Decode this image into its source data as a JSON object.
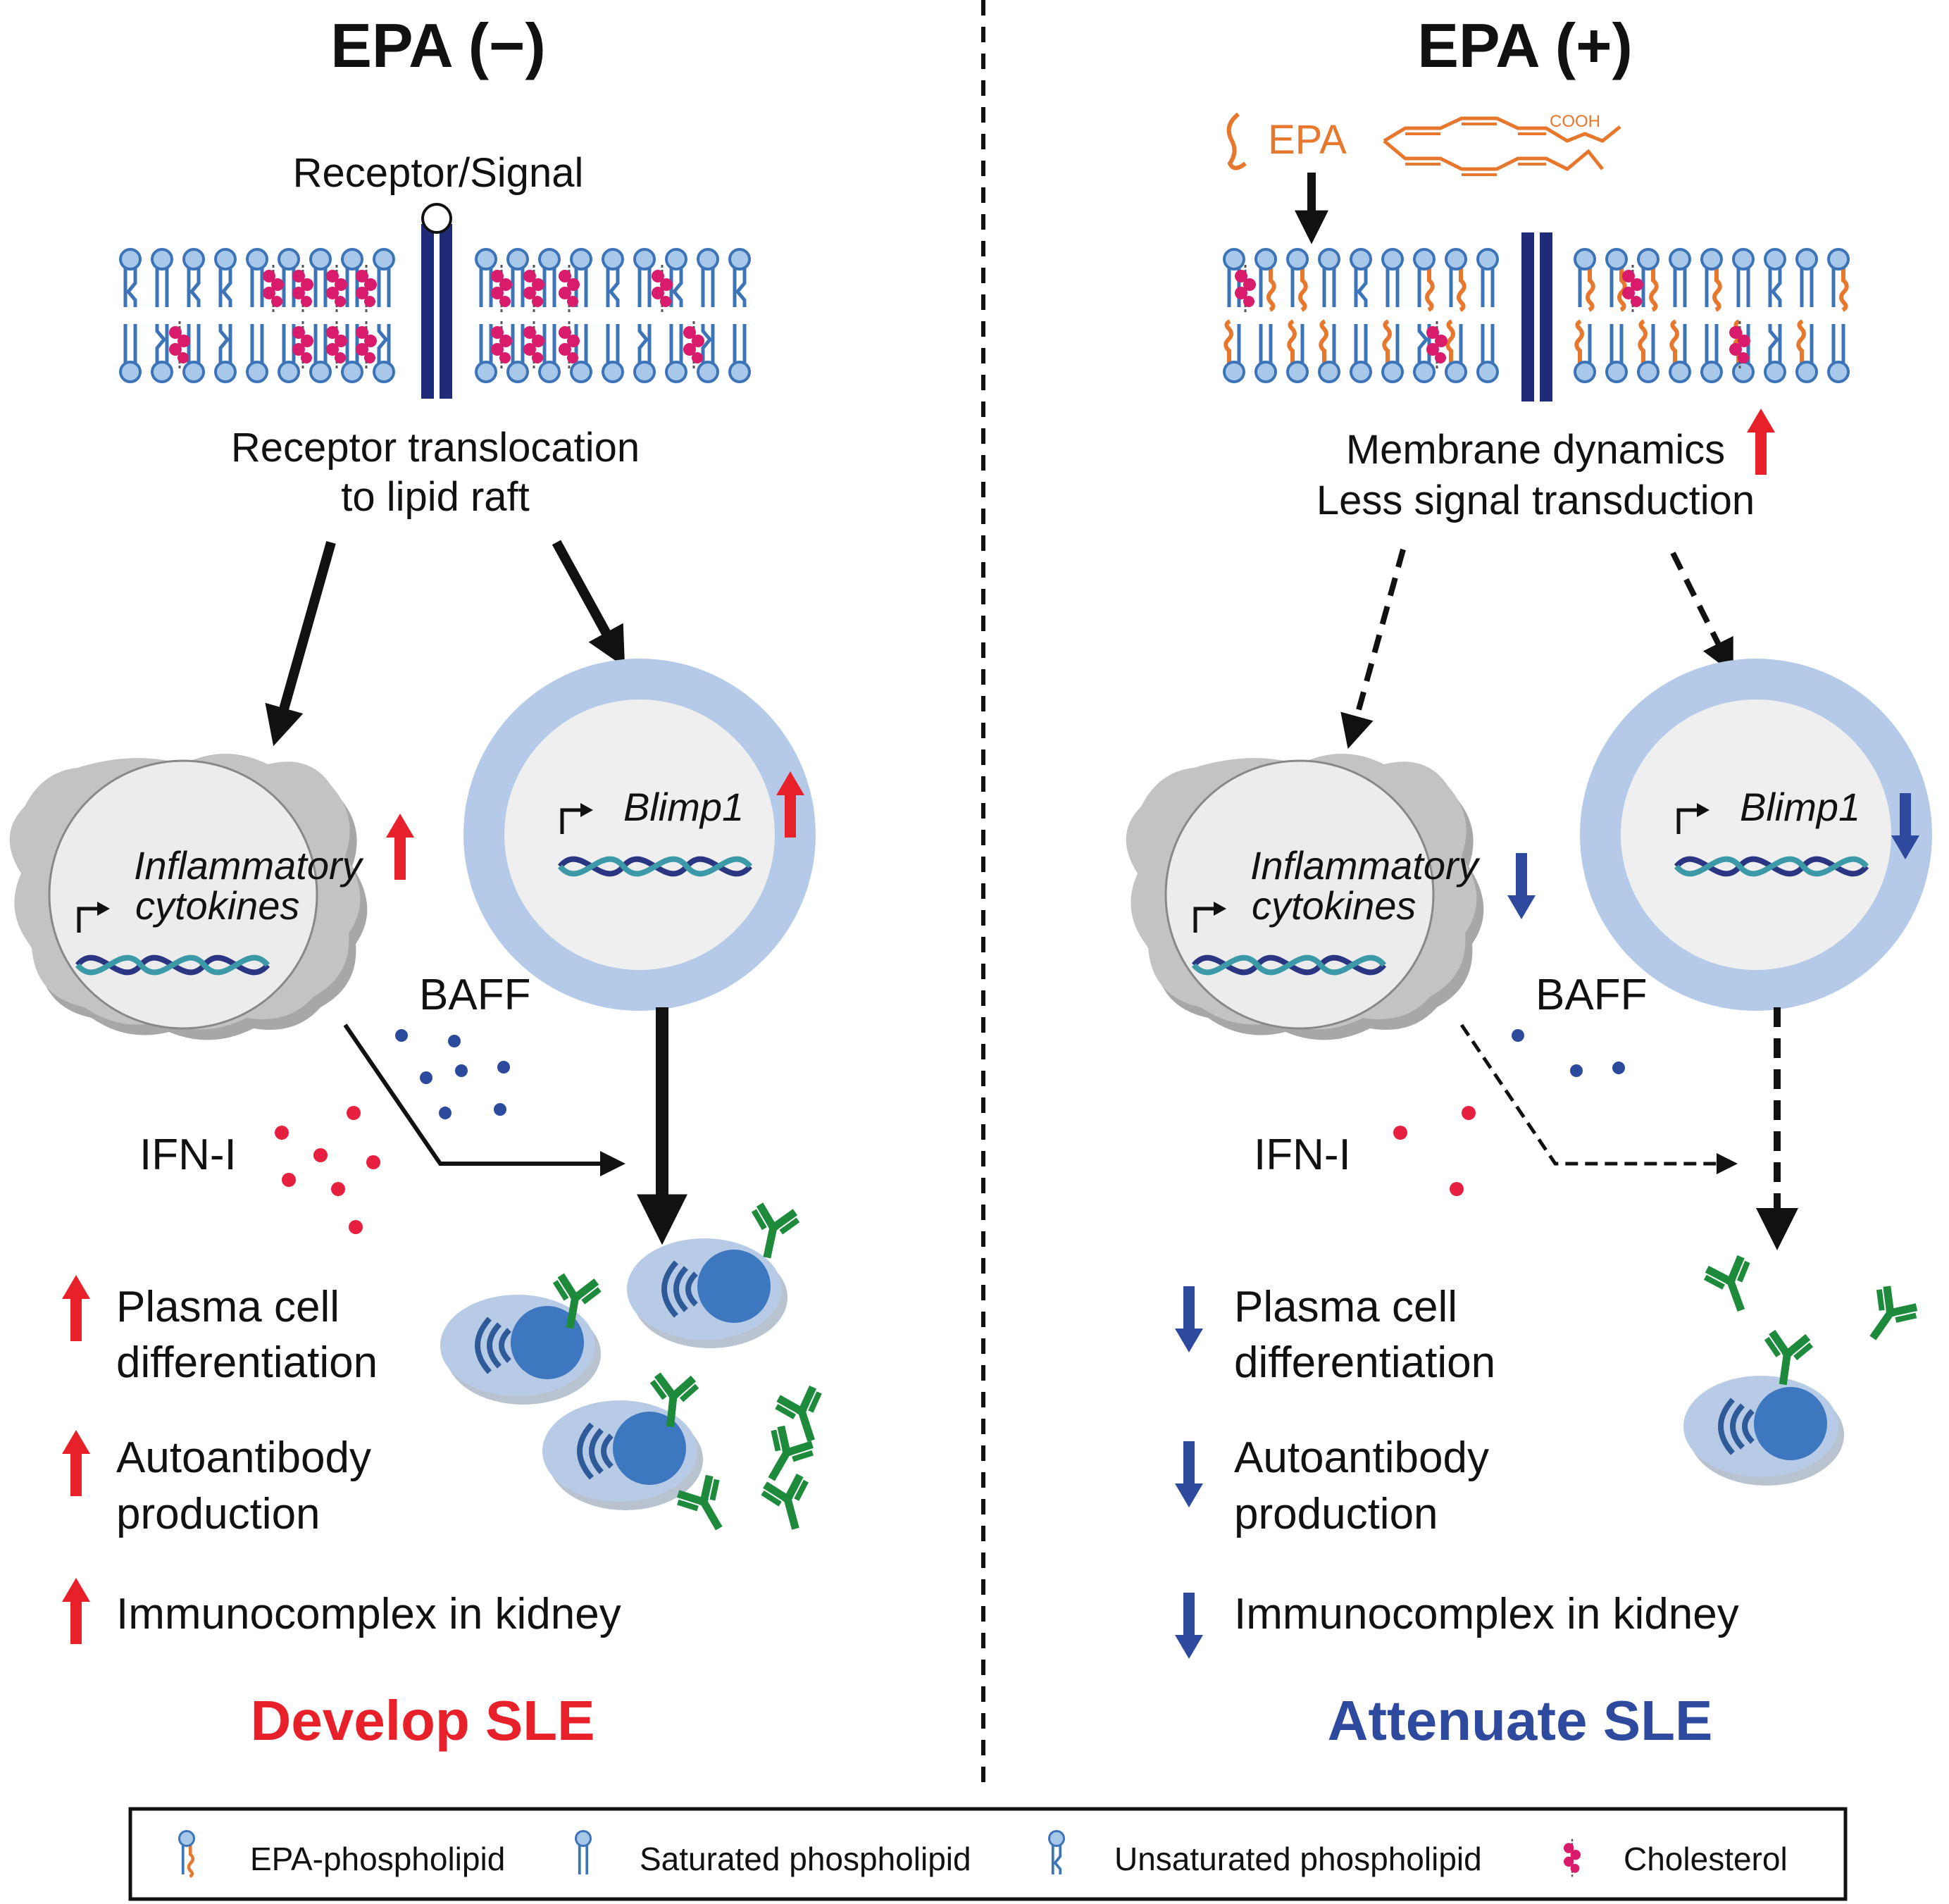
{
  "left": {
    "title": "EPA (−)",
    "receptor_label": "Receptor/Signal",
    "membrane_caption_line1": "Receptor translocation",
    "membrane_caption_line2": "to lipid raft",
    "cytokine_line1": "Inflammatory",
    "cytokine_line2": "cytokines",
    "blimp": "Blimp1",
    "baff": "BAFF",
    "ifn": "IFN-I",
    "effects": [
      {
        "line1": "Plasma cell",
        "line2": "differentiation",
        "direction": "up"
      },
      {
        "line1": "Autoantibody",
        "line2": "production",
        "direction": "up"
      },
      {
        "line1": "Immunocomplex in kidney",
        "line2": "",
        "direction": "up"
      }
    ],
    "outcome": "Develop SLE",
    "outcome_color": "#e8202a"
  },
  "right": {
    "title": "EPA (+)",
    "epa_label": "EPA",
    "cooh": "COOH",
    "membrane_caption_line1": "Membrane dynamics",
    "membrane_caption_line2": "Less signal transduction",
    "cytokine_line1": "Inflammatory",
    "cytokine_line2": "cytokines",
    "blimp": "Blimp1",
    "baff": "BAFF",
    "ifn": "IFN-I",
    "effects": [
      {
        "line1": "Plasma cell",
        "line2": "differentiation",
        "direction": "down"
      },
      {
        "line1": "Autoantibody",
        "line2": "production",
        "direction": "down"
      },
      {
        "line1": "Immunocomplex in kidney",
        "line2": "",
        "direction": "down"
      }
    ],
    "outcome": "Attenuate SLE",
    "outcome_color": "#2e4a9e"
  },
  "legend": [
    {
      "label": "EPA-phospholipid",
      "icon": "epa-phospholipid-icon"
    },
    {
      "label": "Saturated phospholipid",
      "icon": "saturated-phospholipid-icon"
    },
    {
      "label": "Unsaturated phospholipid",
      "icon": "unsaturated-phospholipid-icon"
    },
    {
      "label": "Cholesterol",
      "icon": "cholesterol-icon"
    }
  ],
  "colors": {
    "up_arrow": "#e8202a",
    "down_arrow": "#2e4a9e",
    "membrane_blue": "#3d74b8",
    "head_fill": "#a8c8ea",
    "epa_orange": "#e8772e",
    "cholesterol": "#d81b6a",
    "receptor": "#1f2a78",
    "antibody": "#1e8a3c",
    "cell_body": "#b8cbe6",
    "nucleus": "#3d77bf",
    "ifn_dot": "#e8203f",
    "baff_dot": "#2c4a9c"
  }
}
